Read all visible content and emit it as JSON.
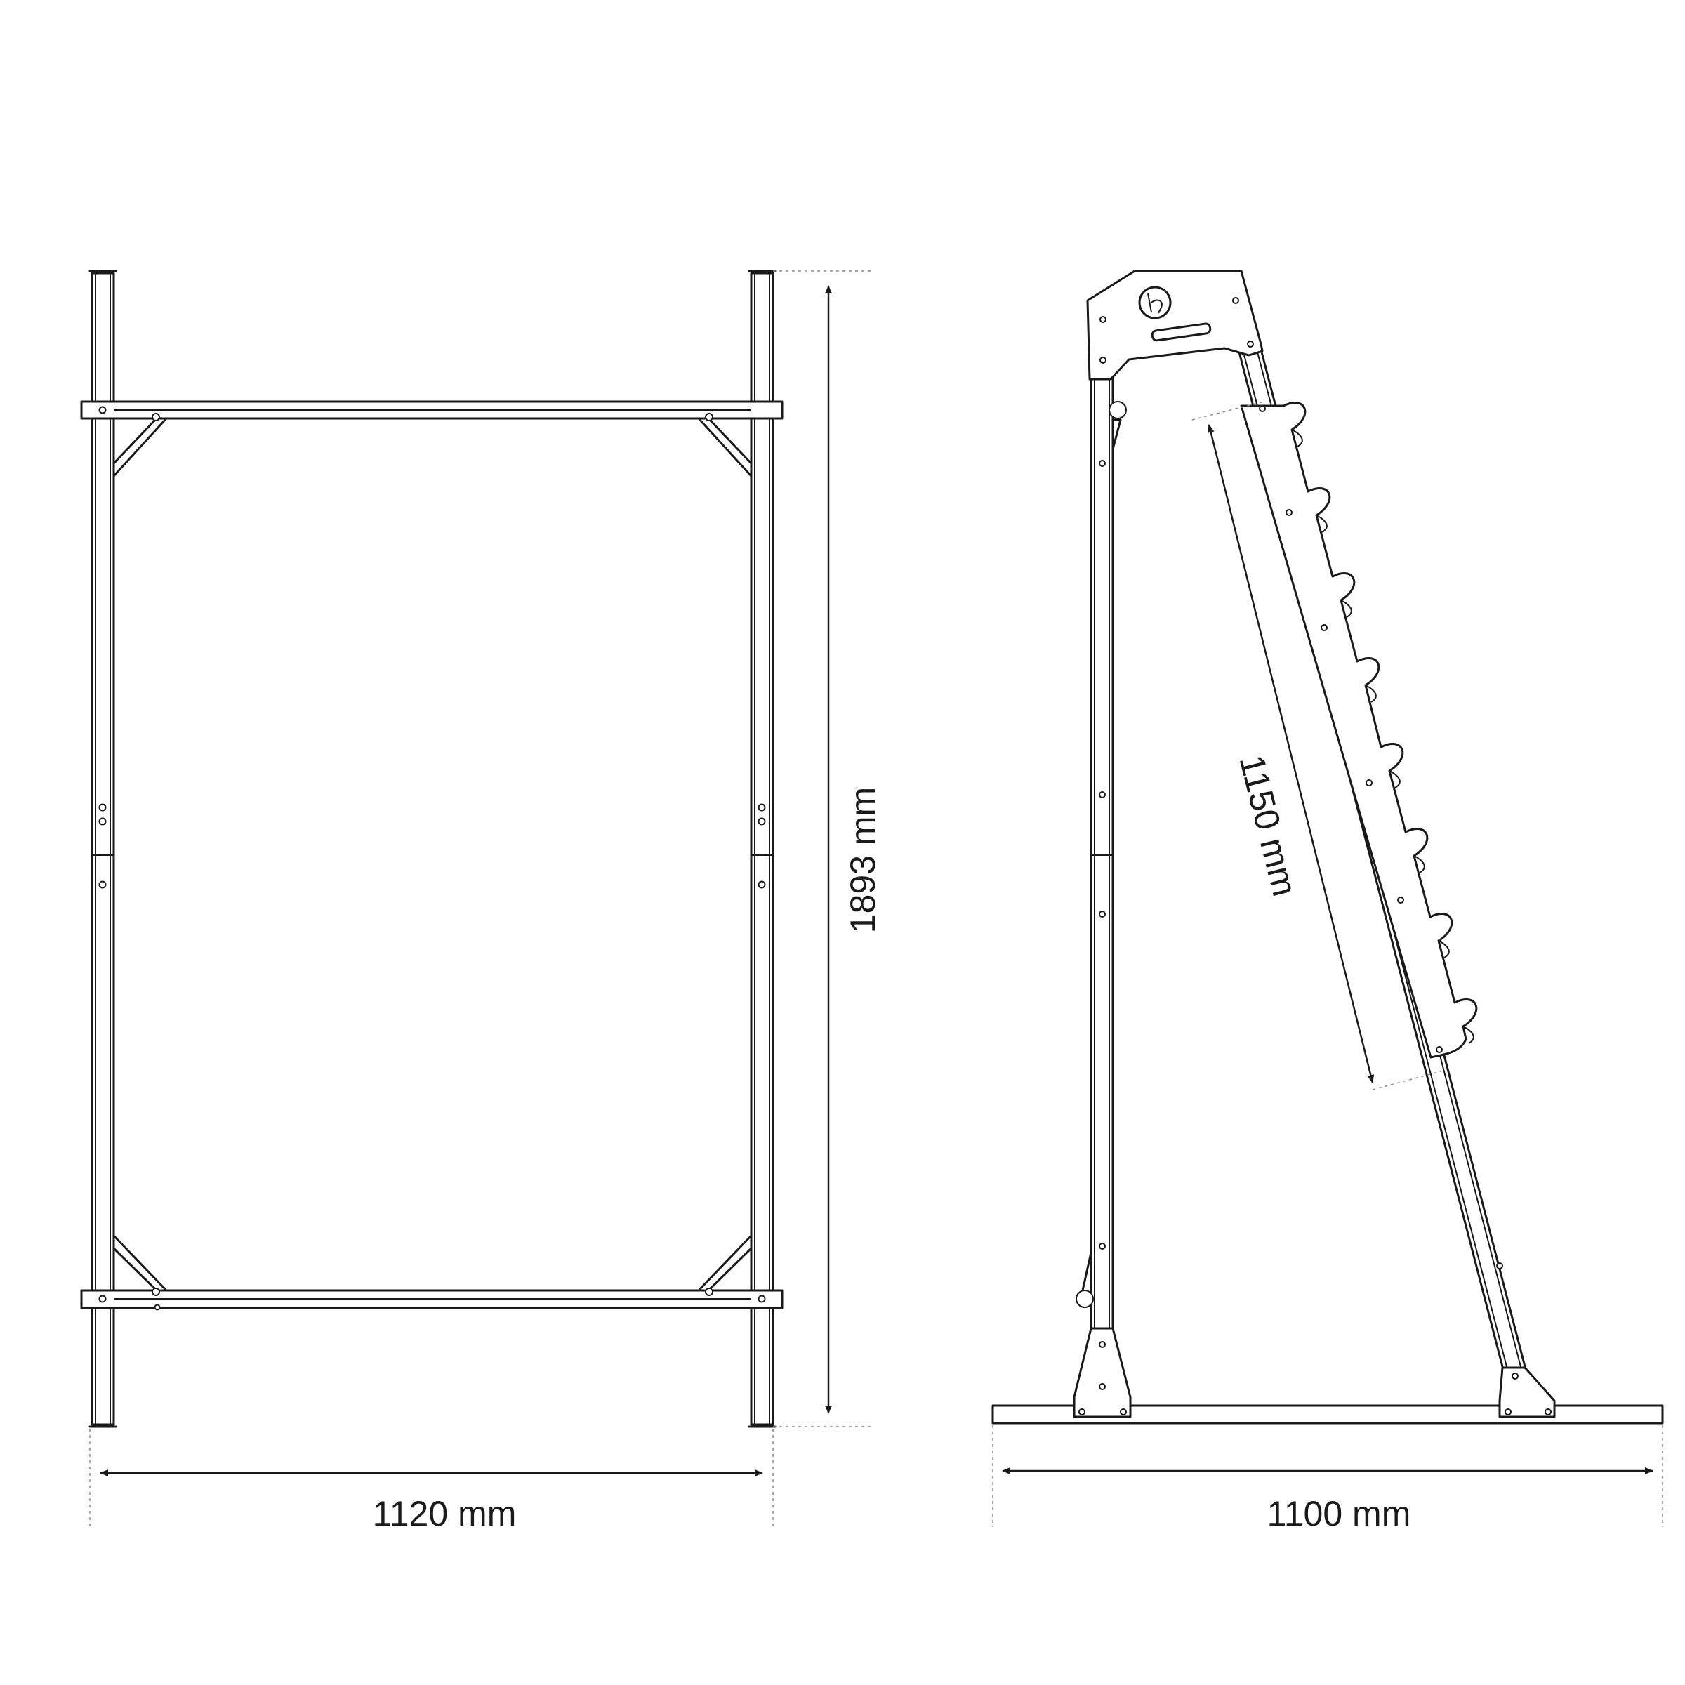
{
  "diagram": {
    "front_view": {
      "width_label": "1120 mm",
      "height_label": "1893 mm"
    },
    "side_view": {
      "base_label": "1100 mm",
      "rack_length_label": "1150 mm",
      "hook_count": 8
    },
    "colors": {
      "line": "#1a1a1a",
      "background": "#ffffff",
      "extension_line": "#8a8a8a"
    },
    "icons": [
      "brand-logo-icon",
      "arrow-icon",
      "bolt-icon"
    ]
  }
}
